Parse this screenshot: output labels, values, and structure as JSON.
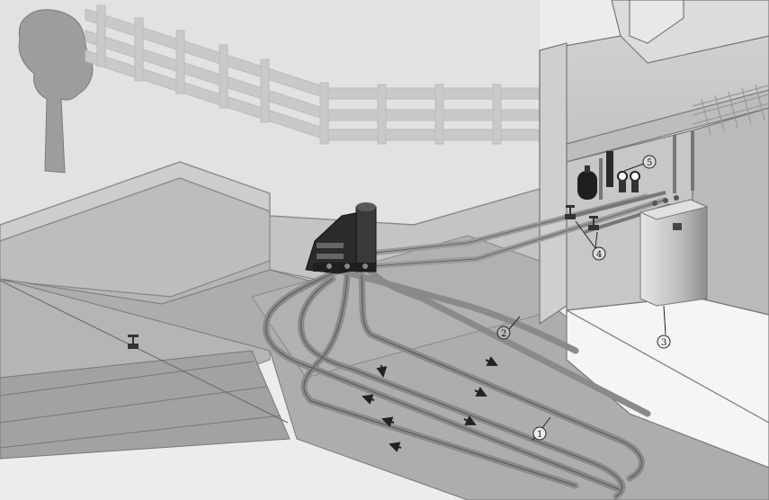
{
  "colors": {
    "background": "#ececec",
    "ground": "#b8b8b8",
    "trench": "#a8a8a8",
    "pipe": "#8a8a8a",
    "pipe_dark": "#555555",
    "house_wall": "#c8c8c8",
    "room_floor": "#f5f5f5",
    "heat_pump": "#d0d0d0",
    "arrow": "#222222"
  },
  "icons": {
    "tree": "tree-icon",
    "fence": "fence-icon",
    "manifold": "collector-manifold-icon",
    "valve": "valve-icon",
    "expansion_vessel": "expansion-vessel-icon",
    "pressure_gauge": "pressure-gauge-icon",
    "heat_pump": "heat-pump-icon",
    "flow_arrow": "flow-arrow-icon"
  },
  "callouts": [
    {
      "id": "callout-1",
      "label": "1"
    },
    {
      "id": "callout-2",
      "label": "2"
    },
    {
      "id": "callout-3",
      "label": "3"
    },
    {
      "id": "callout-4",
      "label": "4"
    },
    {
      "id": "callout-5",
      "label": "5"
    }
  ]
}
